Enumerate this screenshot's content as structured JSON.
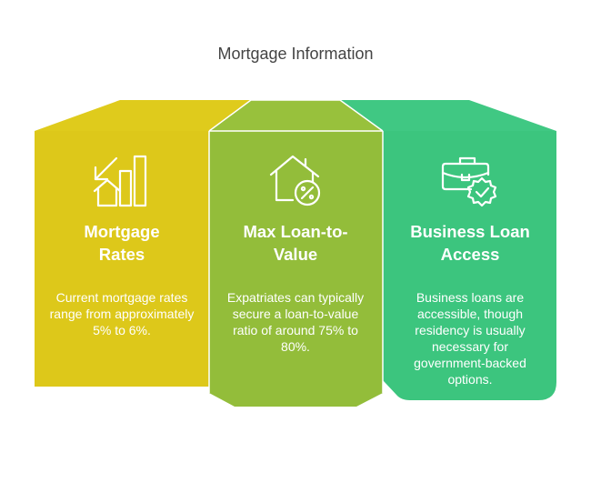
{
  "title": "Mortgage Information",
  "cards": [
    {
      "icon": "chart-down-house-icon",
      "title": "Mortgage Rates",
      "description": "Current mortgage rates range from approximately 5% to 6%.",
      "color": "#DDC81A",
      "top_color": "#DFCB1C"
    },
    {
      "icon": "house-percent-icon",
      "title": "Max Loan-to-Value",
      "description": "Expatriates can typically secure a loan-to-value ratio of around 75% to 80%.",
      "color": "#93BD3A",
      "top_color": "#98C13C"
    },
    {
      "icon": "briefcase-check-icon",
      "title": "Business Loan Access",
      "description": "Business loans are accessible, though residency is usually necessary for government-backed options.",
      "color": "#3CC57E",
      "top_color": "#40C883"
    }
  ]
}
